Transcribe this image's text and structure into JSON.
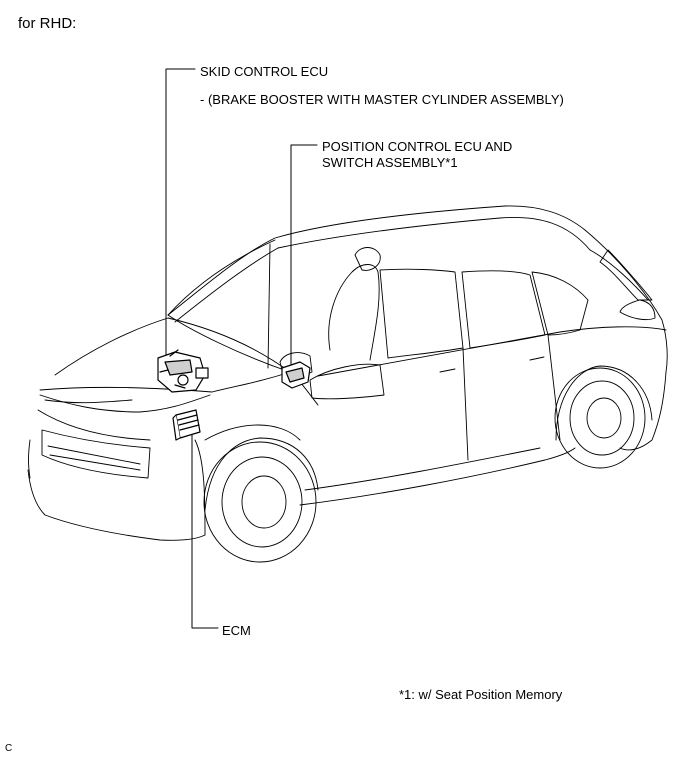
{
  "header": {
    "label": "for RHD:"
  },
  "callouts": {
    "skid_control_ecu": "SKID CONTROL ECU",
    "skid_control_ecu_sub": "- (BRAKE BOOSTER WITH MASTER CYLINDER ASSEMBLY)",
    "position_control_ecu": "POSITION CONTROL ECU AND\nSWITCH ASSEMBLY*1",
    "ecm": "ECM"
  },
  "footnote": "*1: w/ Seat Position Memory",
  "corner_code": "C"
}
